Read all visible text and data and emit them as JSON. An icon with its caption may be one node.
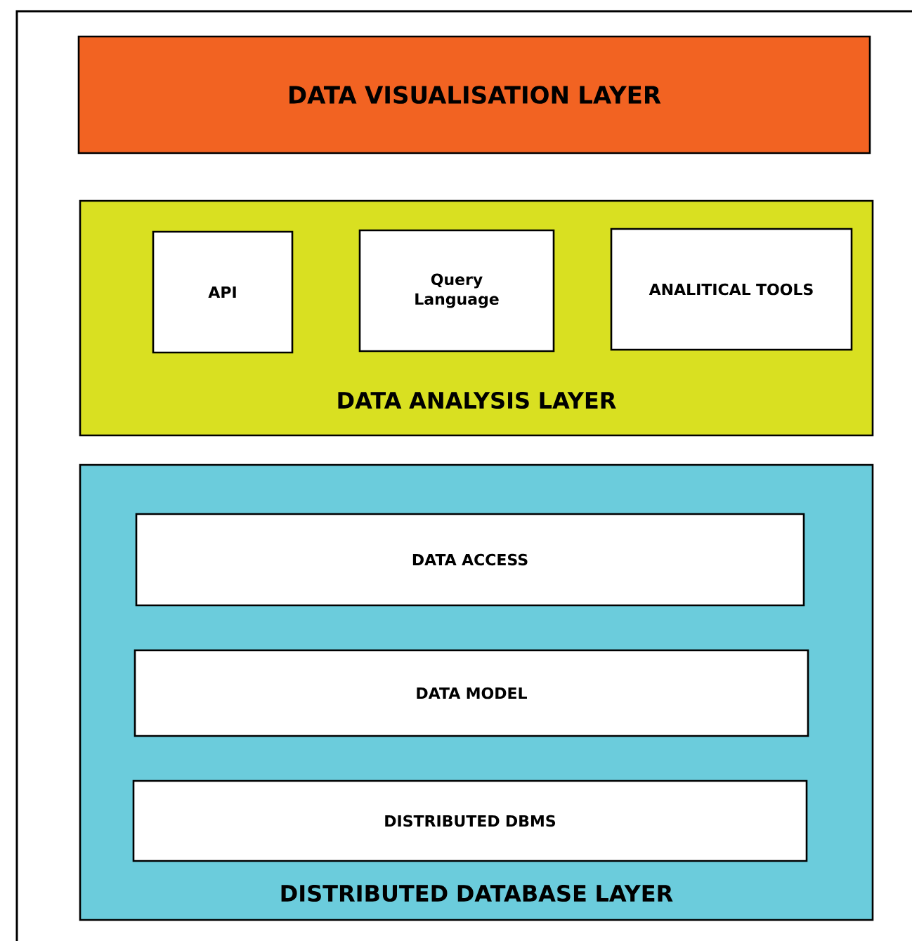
{
  "diagram": {
    "nodes": [
      {
        "text": [
          "DATA VISUALISATION LAYER"
        ]
      },
      {
        "text": [
          "DATA ANALYSIS LAYER"
        ]
      },
      {
        "text": [
          "API"
        ],
        "in": 1
      },
      {
        "text": [
          "Query Language"
        ],
        "in": 1
      },
      {
        "text": [
          "ANALITICAL TOOLS"
        ],
        "in": 1
      },
      {
        "text": [
          "DISTRIBUTED DATABASE LAYER"
        ]
      },
      {
        "text": [
          "DATA ACCESS"
        ],
        "in": 5
      },
      {
        "text": [
          "DATA MODEL"
        ],
        "in": 5
      },
      {
        "text": [
          "DISTRIBUTED DBMS"
        ],
        "in": 5
      }
    ]
  }
}
